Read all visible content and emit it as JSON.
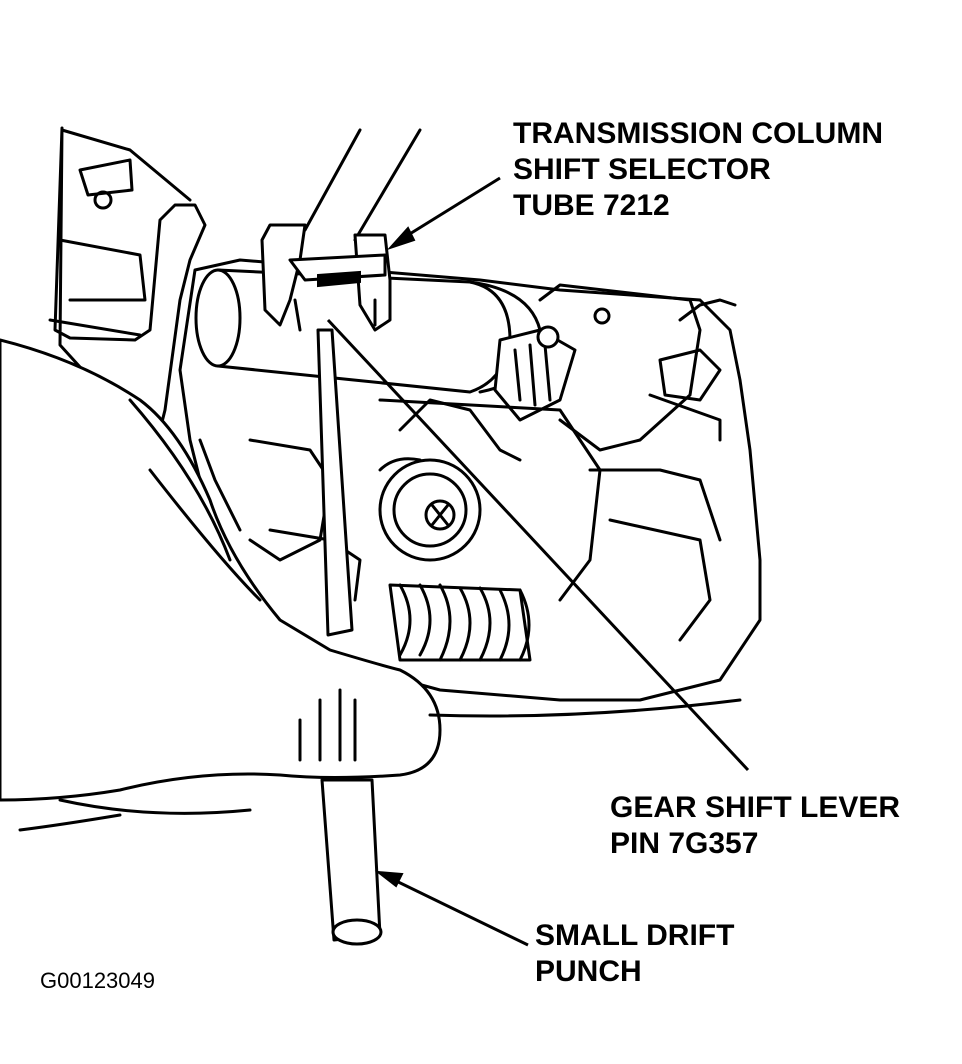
{
  "labels": {
    "selector_tube": [
      "TRANSMISSION COLUMN",
      "SHIFT SELECTOR",
      "TUBE 7212"
    ],
    "lever_pin": [
      "GEAR SHIFT LEVER",
      "PIN 7G357"
    ],
    "drift_punch": [
      "SMALL DRIFT",
      "PUNCH"
    ]
  },
  "figure_code": "G00123049"
}
